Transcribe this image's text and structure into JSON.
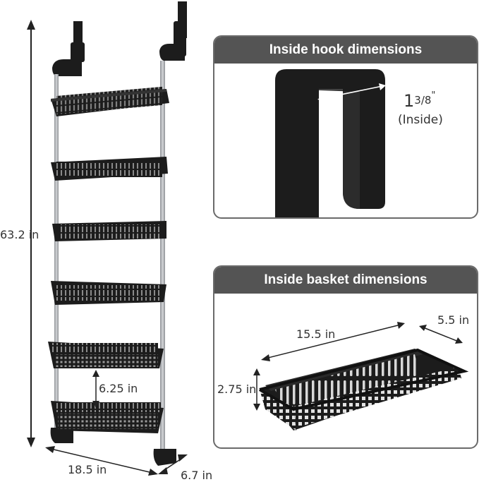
{
  "product": {
    "height_label": "63.2 in",
    "width_label": "18.5 in",
    "depth_label": "6.7 in",
    "spacing_label": "6.25 in",
    "basket_count": 6
  },
  "hook_panel": {
    "title": "Inside hook dimensions",
    "measure_whole": "1",
    "measure_fraction": "3/8",
    "measure_unit": "\"",
    "measure_note": "(Inside)"
  },
  "basket_panel": {
    "title": "Inside basket dimensions",
    "length_label": "15.5 in",
    "width_label": "5.5 in",
    "height_label": "2.75 in"
  },
  "colors": {
    "header_bg": "#545454",
    "panel_border": "#6a6a6a",
    "basket": "#1c1c1c",
    "pole": "#b5b7ba"
  }
}
